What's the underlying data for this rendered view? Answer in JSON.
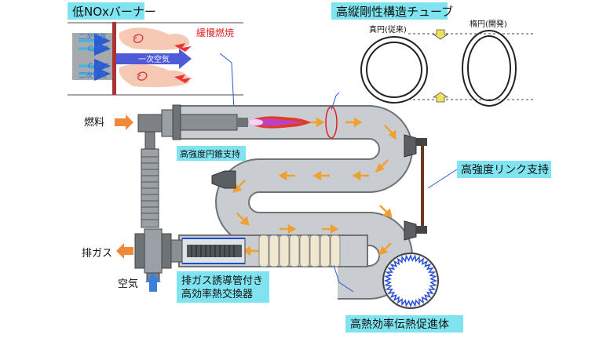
{
  "title_burner": "低NOxバーナー",
  "title_tube": "高縦剛性構造チューブ",
  "burner": {
    "secondary_air_top": "二次空気",
    "c_gas_top": "C/ガス",
    "c_gas_bottom": "C/ガス",
    "secondary_air_bottom": "二次空気",
    "primary_air": "一次空気",
    "slow_combustion": "緩慢燃焼"
  },
  "tube_shapes": {
    "circle": "真円(従来)",
    "ellipse": "楕円(開発)"
  },
  "labels": {
    "fuel": "燃料",
    "exhaust": "排ガス",
    "air": "空気",
    "cone_support": "高強度円錐支持",
    "link_support": "高強度リンク支持",
    "heat_exchanger_line1": "排ガス誘導管付き",
    "heat_exchanger_line2": "高効率熱交換器",
    "heat_promoter": "高熱効率伝熱促進体"
  },
  "colors": {
    "tube": "#c9ccd1",
    "arrow": "#f0a030",
    "label_bg": "#7fe3f0",
    "flame_red": "#e02020",
    "pipe_dark": "#6e7378",
    "air_blue": "#3a80d8"
  }
}
